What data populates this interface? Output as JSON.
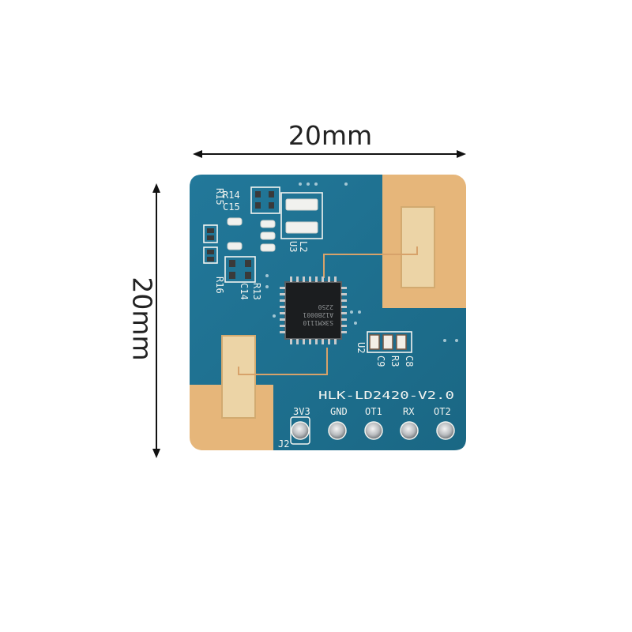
{
  "dimensions": {
    "width_label": "20mm",
    "height_label": "20mm"
  },
  "board": {
    "model": "HLK-LD2420-V2.0",
    "connector_ref": "J2",
    "pins": [
      "3V3",
      "GND",
      "OT1",
      "RX",
      "OT2"
    ],
    "component_refs": {
      "r14": "R14",
      "c15": "C15",
      "r15": "R15",
      "r16": "R16",
      "r13": "R13",
      "c14": "C14",
      "l2": "L2",
      "u3": "U3",
      "u2": "U2",
      "c8": "C8",
      "r3": "R3",
      "c9": "C9"
    },
    "chip_markings": [
      "S3KM1110",
      "A12B0001",
      "2250"
    ],
    "colors": {
      "solder_mask": "#1d6e8c",
      "copper_pad": "#e3b77e",
      "silkscreen": "#f2f4f0"
    }
  }
}
